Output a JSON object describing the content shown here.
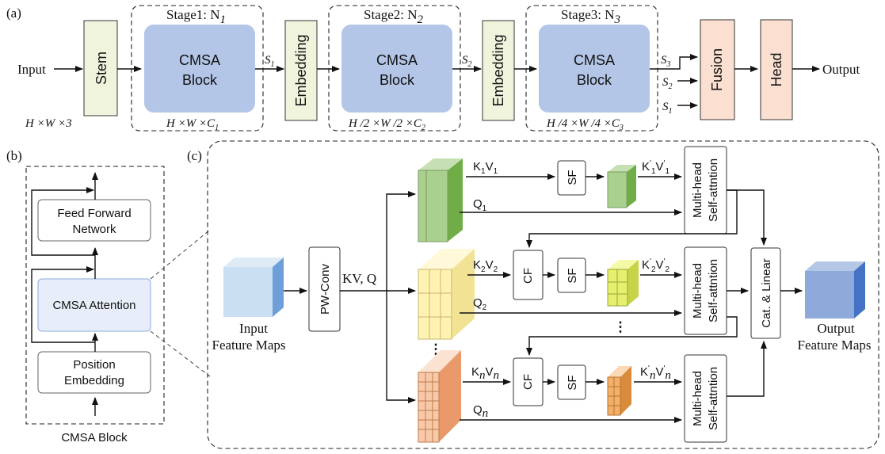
{
  "panels": {
    "a": "(a)",
    "b": "(b)",
    "c": "(c)"
  },
  "colors": {
    "cmsa_block": "#b4c6e7",
    "stem": "#f1f4dc",
    "embedding": "#f1f4dc",
    "fusion": "#fbe0d2",
    "head": "#fbe0d2",
    "attention": "#e8eef9",
    "cube_green": "#a9d08e",
    "cube_yellow": "#fff2b3",
    "cube_orange": "#f8c9a8",
    "cube_input": "#bdd7ee",
    "cube_output": "#8eaadb"
  },
  "a": {
    "input": "Input",
    "input_dim": "H ×W ×3",
    "stem": "Stem",
    "stage1": "Stage1: N",
    "stage1_sub": "1",
    "stage2": "Stage2: N",
    "stage2_sub": "2",
    "stage3": "Stage3: N",
    "stage3_sub": "3",
    "block_line1": "CMSA",
    "block_line2": "Block",
    "dim1": "H ×W ×C",
    "dim1_sub": "1",
    "dim2": "H /2 ×W /2 ×C",
    "dim2_sub": "2",
    "dim3": "H /4 ×W /4 ×C",
    "dim3_sub": "3",
    "embedding": "Embedding",
    "s": "S",
    "s1_sub": "1",
    "s2_sub": "2",
    "s3_sub": "3",
    "fusion": "Fusion",
    "head": "Head",
    "output": "Output"
  },
  "b": {
    "ffn_line1": "Feed Forward",
    "ffn_line2": "Network",
    "attention": "CMSA Attention",
    "pos_line1": "Position",
    "pos_line2": "Embedding",
    "caption": "CMSA Block"
  },
  "c": {
    "input_line1": "Input",
    "input_line2": "Feature Maps",
    "pwconv": "PW-Conv",
    "kvq": "KV, Q",
    "k": "K",
    "v": "V",
    "q": "Q",
    "n": "n",
    "sub1": "1",
    "sub2": "2",
    "prime": "'",
    "sf": "SF",
    "cf": "CF",
    "mhsa_line1": "Multi-head",
    "mhsa_line2": "Self-attntion",
    "cat": "Cat. & Linear",
    "output_line1": "Output",
    "output_line2": "Feature Maps",
    "dots_v": "⋮",
    "dots_more": "⋮"
  }
}
